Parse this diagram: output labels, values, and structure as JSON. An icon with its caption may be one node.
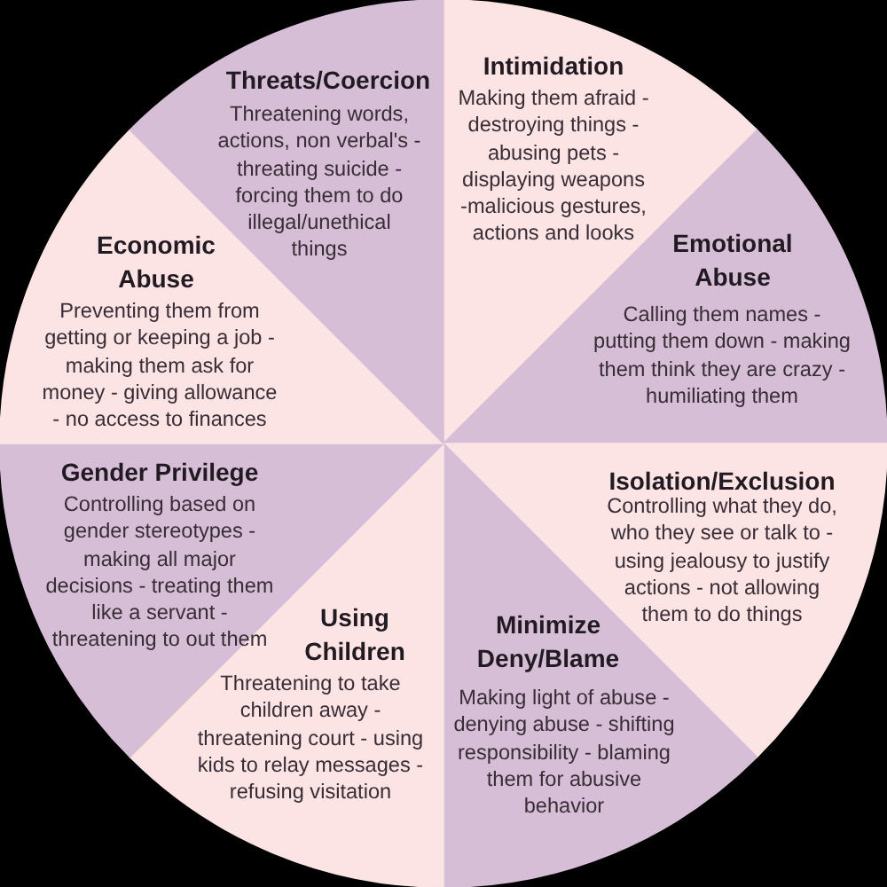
{
  "diagram": {
    "nodes": [
      {
        "text": [
          "Intimidation",
          "Making them afraid - destroying things - abusing pets - displaying weapons -malicious gestures, actions and looks"
        ]
      },
      {
        "text": [
          "Emotional Abuse",
          "Calling them names - putting them down - making them think they are crazy - humiliating them"
        ]
      },
      {
        "text": [
          "Isolation/Exclusion",
          "Controlling what they do, who they see or talk to - using jealousy to justify actions - not allowing them to do things"
        ]
      },
      {
        "text": [
          "Minimize Deny/Blame",
          "Making light of abuse - denying abuse - shifting responsibility - blaming them for abusive behavior"
        ]
      },
      {
        "text": [
          "Using Children",
          "Threatening to take children away - threatening court - using kids to relay messages - refusing visitation"
        ]
      },
      {
        "text": [
          "Gender Privilege",
          "Controlling based on gender stereotypes - making all major decisions - treating them like a servant - threatening to out them"
        ]
      },
      {
        "text": [
          "Economic Abuse",
          "Preventing them from getting or keeping a job - making them ask for money - giving allowance - no access to finances"
        ]
      },
      {
        "text": [
          "Threats/Coercion",
          "Threatening words, actions, non verbal's - threating suicide - forcing them to do illegal/unethical things"
        ]
      }
    ]
  }
}
